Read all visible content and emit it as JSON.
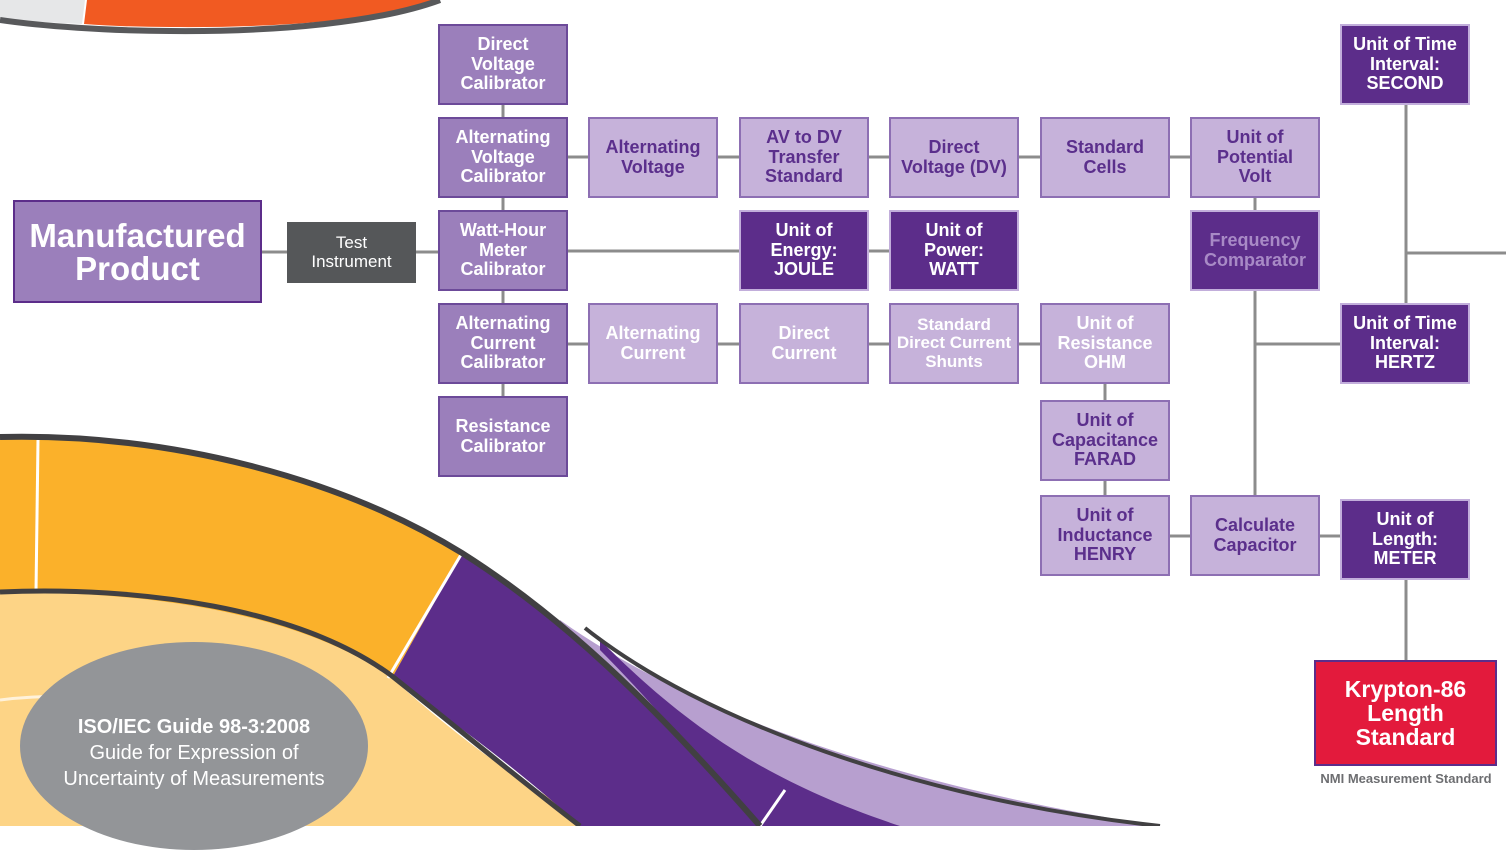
{
  "colors": {
    "mid_purple": "#9b7fbb",
    "light_purple": "#c6b2da",
    "dark_purple": "#5c2d8a",
    "test_grey": "#555759",
    "krypton_red": "#e31a3c",
    "connector_grey": "#8c8c8c",
    "band_orange": "#fbb12a",
    "band_peach": "#fdd486",
    "band_lavender": "#b79fcf",
    "arc_red_orange": "#f15a22"
  },
  "nodes": {
    "manufactured_product": "Manufactured\nProduct",
    "test_instrument": "Test\nInstrument",
    "dv_calibrator": "Direct\nVoltage\nCalibrator",
    "av_calibrator": "Alternating\nVoltage\nCalibrator",
    "wh_meter_calibrator": "Watt-Hour\nMeter\nCalibrator",
    "ac_calibrator": "Alternating\nCurrent\nCalibrator",
    "resistance_calibrator": "Resistance\nCalibrator",
    "alternating_voltage": "Alternating\nVoltage",
    "av_dv_transfer": "AV to DV\nTransfer\nStandard",
    "direct_voltage": "Direct\nVoltage (DV)",
    "standard_cells": "Standard\nCells",
    "unit_volt": "Unit of\nPotential\nVolt",
    "unit_second": "Unit of Time\nInterval:\nSECOND",
    "unit_joule": "Unit of\nEnergy:\nJOULE",
    "unit_watt": "Unit of\nPower:\nWATT",
    "frequency_comparator": "Frequency\nComparator",
    "alternating_current": "Alternating\nCurrent",
    "direct_current": "Direct\nCurrent",
    "dc_shunts": "Standard\nDirect Current\nShunts",
    "unit_ohm": "Unit of\nResistance\nOHM",
    "unit_hertz": "Unit of Time\nInterval:\nHERTZ",
    "unit_farad": "Unit of\nCapacitance\nFARAD",
    "unit_henry": "Unit of\nInductance\nHENRY",
    "calculate_capacitor": "Calculate\nCapacitor",
    "unit_meter": "Unit of\nLength:\nMETER",
    "krypton_standard": "Krypton-86\nLength\nStandard"
  },
  "nmi_caption": "NMI Measurement Standard",
  "iso": {
    "title": "ISO/IEC Guide 98-3:2008",
    "subtitle": "Guide for Expression of\nUncertainty of Measurements"
  }
}
